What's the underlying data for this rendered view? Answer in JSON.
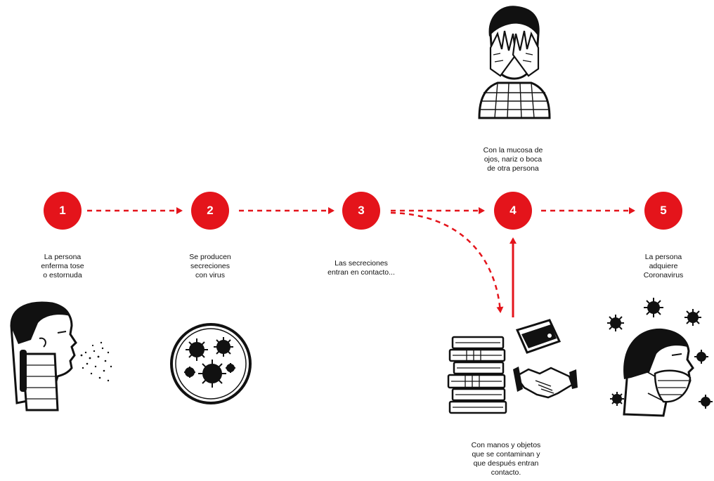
{
  "colors": {
    "accent": "#e4141b",
    "ink": "#111111"
  },
  "steps": [
    {
      "number": "1",
      "text": "La persona\nenferma tose\no estornuda"
    },
    {
      "number": "2",
      "text": "Se producen\nsecreciones\ncon virus"
    },
    {
      "number": "3",
      "text": "Las secreciones\nentran en contacto..."
    },
    {
      "number": "4",
      "text": "Con la mucosa de\nojos, nariz o boca\nde otra persona"
    },
    {
      "number": "5",
      "text": "La persona\nadquiere\nCoronavirus"
    }
  ],
  "indirect_route": {
    "text": "Con manos y objetos\nque se contaminan y\nque después entran\ncontacto."
  },
  "icons": [
    "coughing-person-icon",
    "virus-dish-icon",
    "face-touching-person-icon",
    "books-wallet-handshake-icon",
    "masked-person-icon"
  ]
}
